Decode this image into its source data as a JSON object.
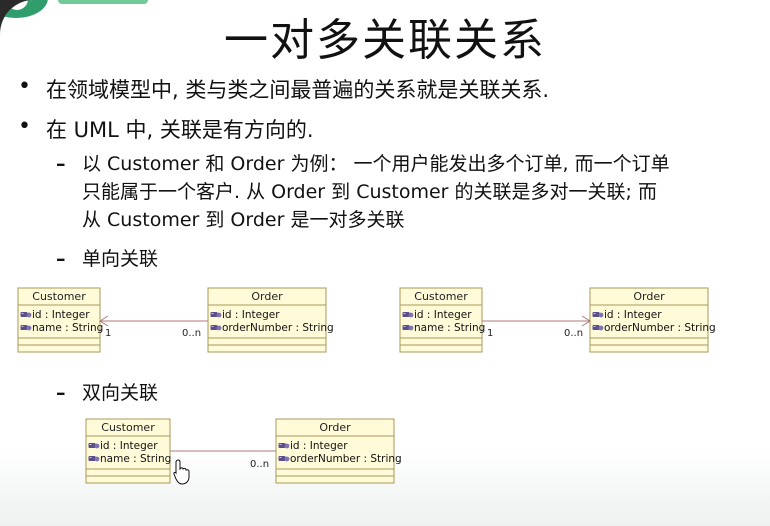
{
  "title": "一对多关联关系",
  "bullets": [
    "在领域模型中, 类与类之间最普遍的关系就是关联关系.",
    "在 UML 中, 关联是有方向的."
  ],
  "example_lines": [
    "以 Customer 和 Order 为例： 一个用户能发出多个订单, 而一个订单",
    "只能属于一个客户. 从 Order 到 Customer 的关联是多对一关联; 而",
    "从 Customer 到 Order 是一对多关联"
  ],
  "dash": "–",
  "labels": {
    "unidirectional": "单向关联",
    "bidirectional": "双向关联"
  },
  "diagram": {
    "customer": {
      "name": "Customer",
      "attrs": [
        "id : Integer",
        "name : String"
      ]
    },
    "order": {
      "name": "Order",
      "attrs": [
        "id : Integer",
        "orderNumber : String"
      ]
    },
    "mult_one": "1",
    "mult_many": "0..n"
  },
  "colors": {
    "class_fill": "#fffbd8",
    "class_border": "#a8985a",
    "link": "#b07a78",
    "attr_icon": "#5a4f8a"
  }
}
